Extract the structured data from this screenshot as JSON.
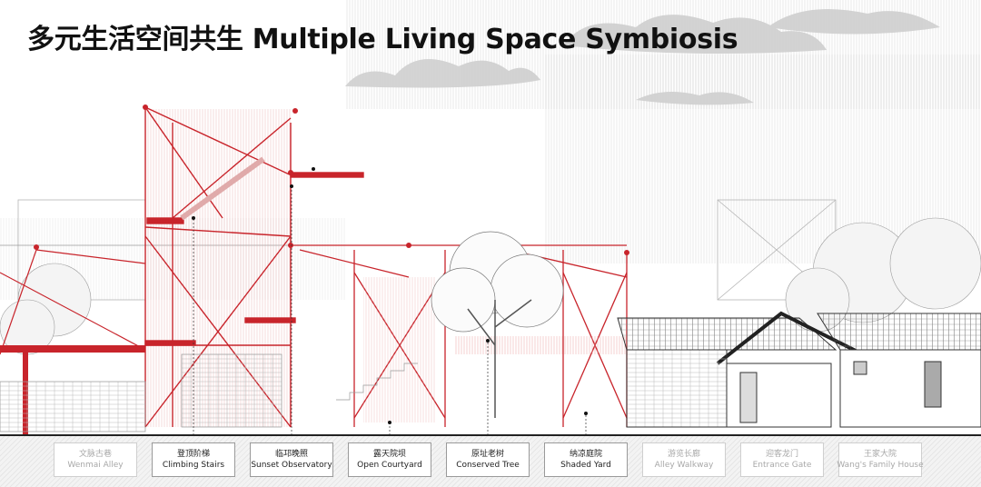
{
  "title": "多元生活空间共生 Multiple Living Space Symbiosis",
  "labels": [
    {
      "cn": "文脉古巷",
      "en": "Wenmai Alley",
      "active": false
    },
    {
      "cn": "登顶阶梯",
      "en": "Climbing Stairs",
      "active": true
    },
    {
      "cn": "临邛晚照",
      "en": "Sunset Observatory",
      "active": true
    },
    {
      "cn": "露天院坝",
      "en": "Open Courtyard",
      "active": true
    },
    {
      "cn": "原址老树",
      "en": "Conserved Tree",
      "active": true
    },
    {
      "cn": "纳凉庭院",
      "en": "Shaded Yard",
      "active": true
    },
    {
      "cn": "游览长廊",
      "en": "Alley Walkway",
      "active": false
    },
    {
      "cn": "迎客龙门",
      "en": "Entrance Gate",
      "active": false
    },
    {
      "cn": "王家大院",
      "en": "Wang's Family House",
      "active": false
    }
  ],
  "colors": {
    "accent": "#c8242b",
    "line": "#333333",
    "faint": "#d0d0d0"
  }
}
